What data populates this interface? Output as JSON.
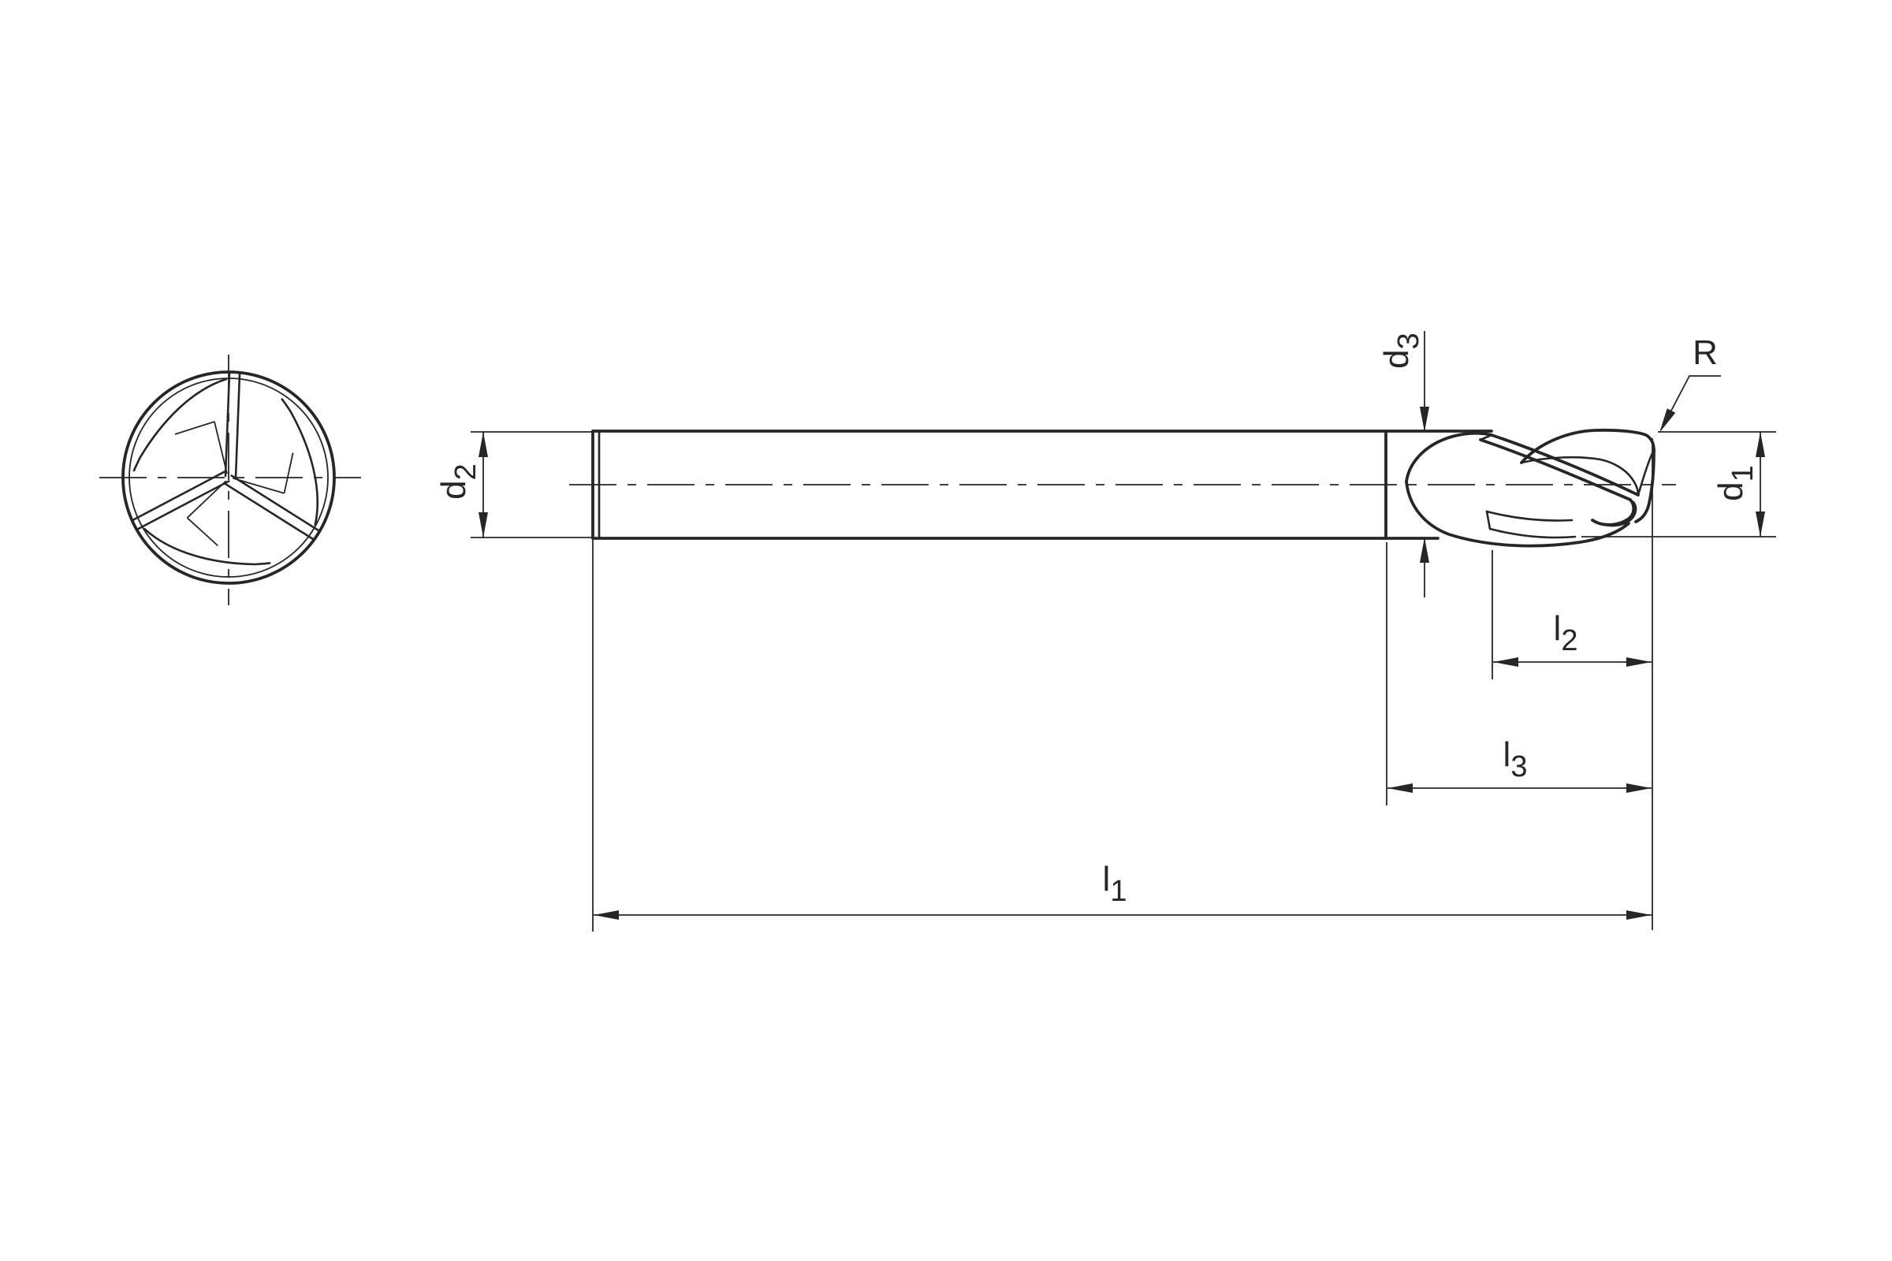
{
  "canvas": {
    "background": "#ffffff",
    "line_color": "#262626"
  },
  "drawing": {
    "views": {
      "end_view": "end-mill-front-view",
      "side_view": "end-mill-side-profile"
    },
    "labels": {
      "d2": {
        "base": "d",
        "sub": "2"
      },
      "d3": {
        "base": "d",
        "sub": "3"
      },
      "d1": {
        "base": "d",
        "sub": "1"
      },
      "r": {
        "base": "R",
        "sub": ""
      },
      "l2": {
        "base": "l",
        "sub": "2"
      },
      "l3": {
        "base": "l",
        "sub": "3"
      },
      "l1": {
        "base": "l",
        "sub": "1"
      }
    }
  }
}
